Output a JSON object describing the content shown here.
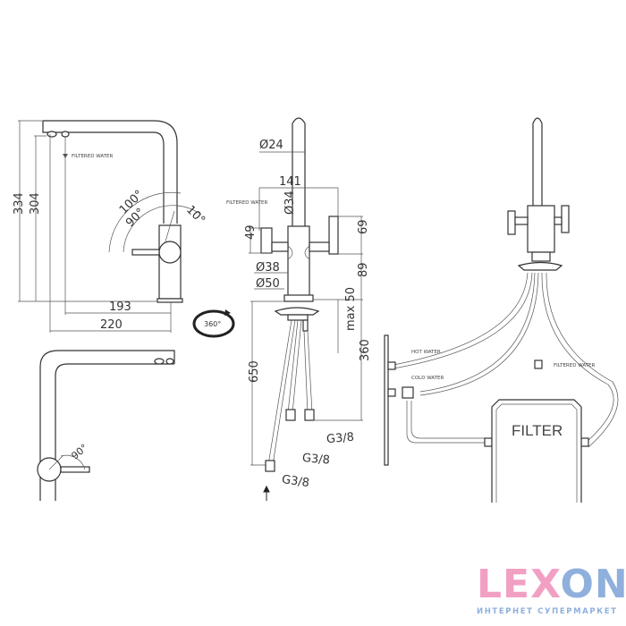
{
  "side_view": {
    "filtered_water_label": "FILTERED WATER",
    "height_total": "334",
    "height_spout": "304",
    "angle_outer": "100°",
    "angle_inner": "90°",
    "angle_right": "10°",
    "reach_inner": "193",
    "reach_outer": "220",
    "rotation": "360°"
  },
  "top_view": {
    "angle": "90°"
  },
  "front_view": {
    "spout_diameter": "Ø24",
    "width": "141",
    "body_diameter": "Ø34",
    "filtered_water_label": "FILTERED WATER",
    "handle_height_left": "49",
    "handle_height_right": "69",
    "height_89": "89",
    "base_diameter_38": "Ø38",
    "base_diameter_50": "Ø50",
    "hose_length": "650",
    "max_thickness": "max 50",
    "hose_depth": "360",
    "thread_1": "G3/8",
    "thread_2": "G3/8",
    "thread_3": "G3/8"
  },
  "installation": {
    "hot_water": "HOT WATER",
    "cold_water": "COLD WATER",
    "filtered_water": "FILTERED WATER",
    "filter": "FILTER"
  },
  "logo": {
    "text_pink": "LEX",
    "text_blue": "ON",
    "tagline": "ИНТЕРНЕТ СУПЕРМАРКЕТ",
    "pink": "#f29fc4",
    "blue": "#8fb0dc"
  }
}
